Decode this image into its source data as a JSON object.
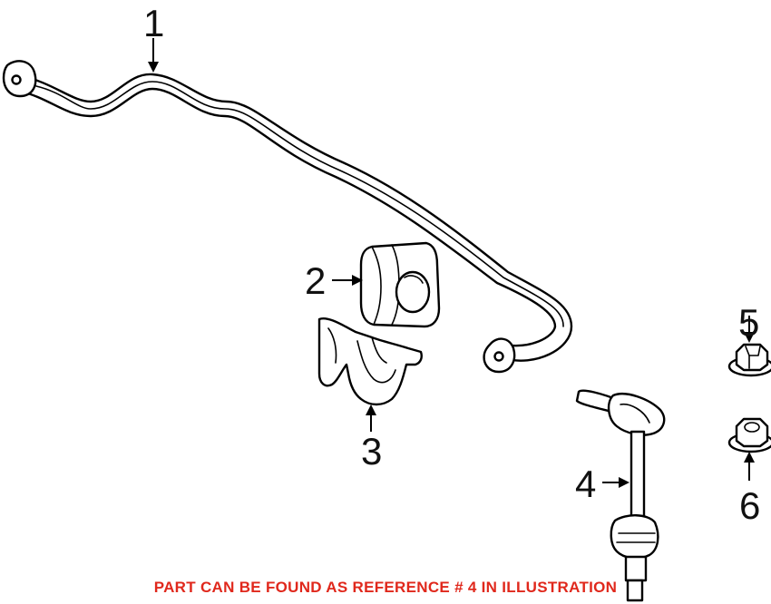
{
  "callouts": [
    {
      "id": 1,
      "label": "1"
    },
    {
      "id": 2,
      "label": "2"
    },
    {
      "id": 3,
      "label": "3"
    },
    {
      "id": 4,
      "label": "4"
    },
    {
      "id": 5,
      "label": "5"
    },
    {
      "id": 6,
      "label": "6"
    }
  ],
  "note": {
    "text": "PART CAN BE FOUND AS REFERENCE # 4 IN ILLUSTRATION",
    "color": "#e0281c"
  }
}
